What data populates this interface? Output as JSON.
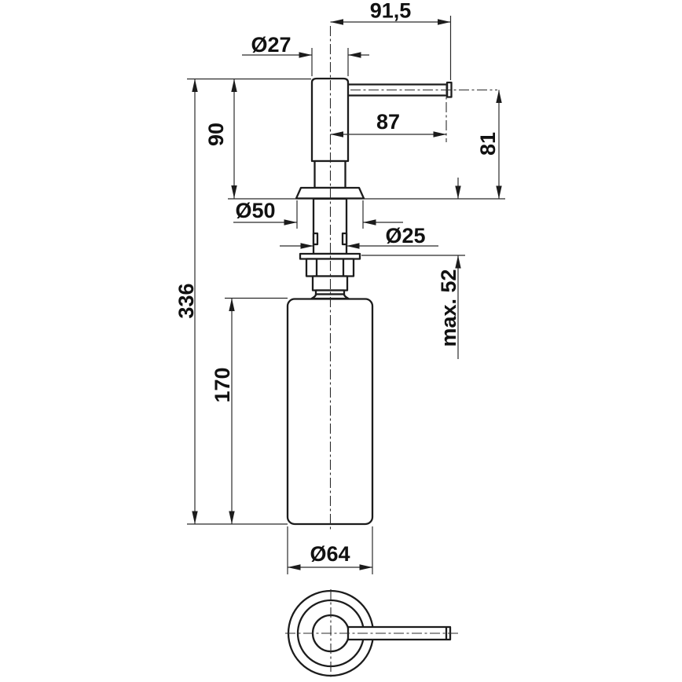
{
  "page": {
    "background": "#ffffff",
    "line_color": "#1c1c1c",
    "text_color": "#111111"
  },
  "drawing": {
    "dimensions": {
      "spout_overall_reach": "91,5",
      "head_diameter": "Ø27",
      "spout_center_reach": "87",
      "spout_height_above_counter": "81",
      "head_height": "90",
      "flange_diameter": "Ø50",
      "shank_diameter": "Ø25",
      "max_counter_thickness": "max. 52",
      "overall_height": "336",
      "bottle_height": "170",
      "bottle_diameter": "Ø64"
    }
  }
}
